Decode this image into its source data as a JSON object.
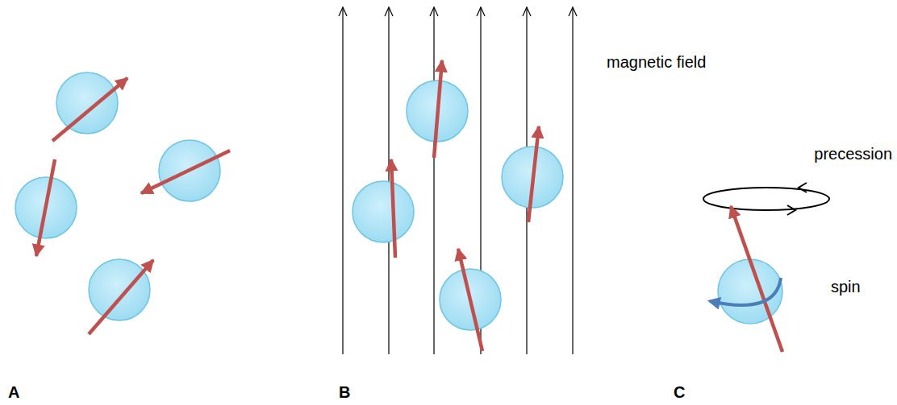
{
  "diagram": {
    "labels": [
      "magnetic field",
      "precession",
      "spin",
      "A",
      "B",
      "C"
    ]
  }
}
